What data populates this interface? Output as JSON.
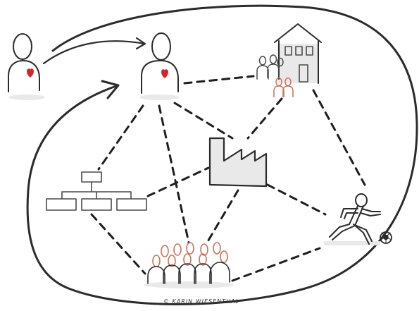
{
  "credit": "© KARIN WIESENTHAL",
  "colors": {
    "ink": "#2b2b2b",
    "heart": "#d4242a",
    "people_accent": "#c8745a",
    "shadow": "#e9e9e9"
  },
  "nodes": [
    {
      "id": "person-left",
      "icon": "person-with-heart-icon"
    },
    {
      "id": "person-center",
      "icon": "person-with-heart-icon"
    },
    {
      "id": "family-house",
      "icon": "house-with-family-icon"
    },
    {
      "id": "factory",
      "icon": "factory-icon"
    },
    {
      "id": "org-chart",
      "icon": "org-chart-icon"
    },
    {
      "id": "team",
      "icon": "group-of-people-icon"
    },
    {
      "id": "soccer-player",
      "icon": "running-soccer-player-icon"
    }
  ]
}
